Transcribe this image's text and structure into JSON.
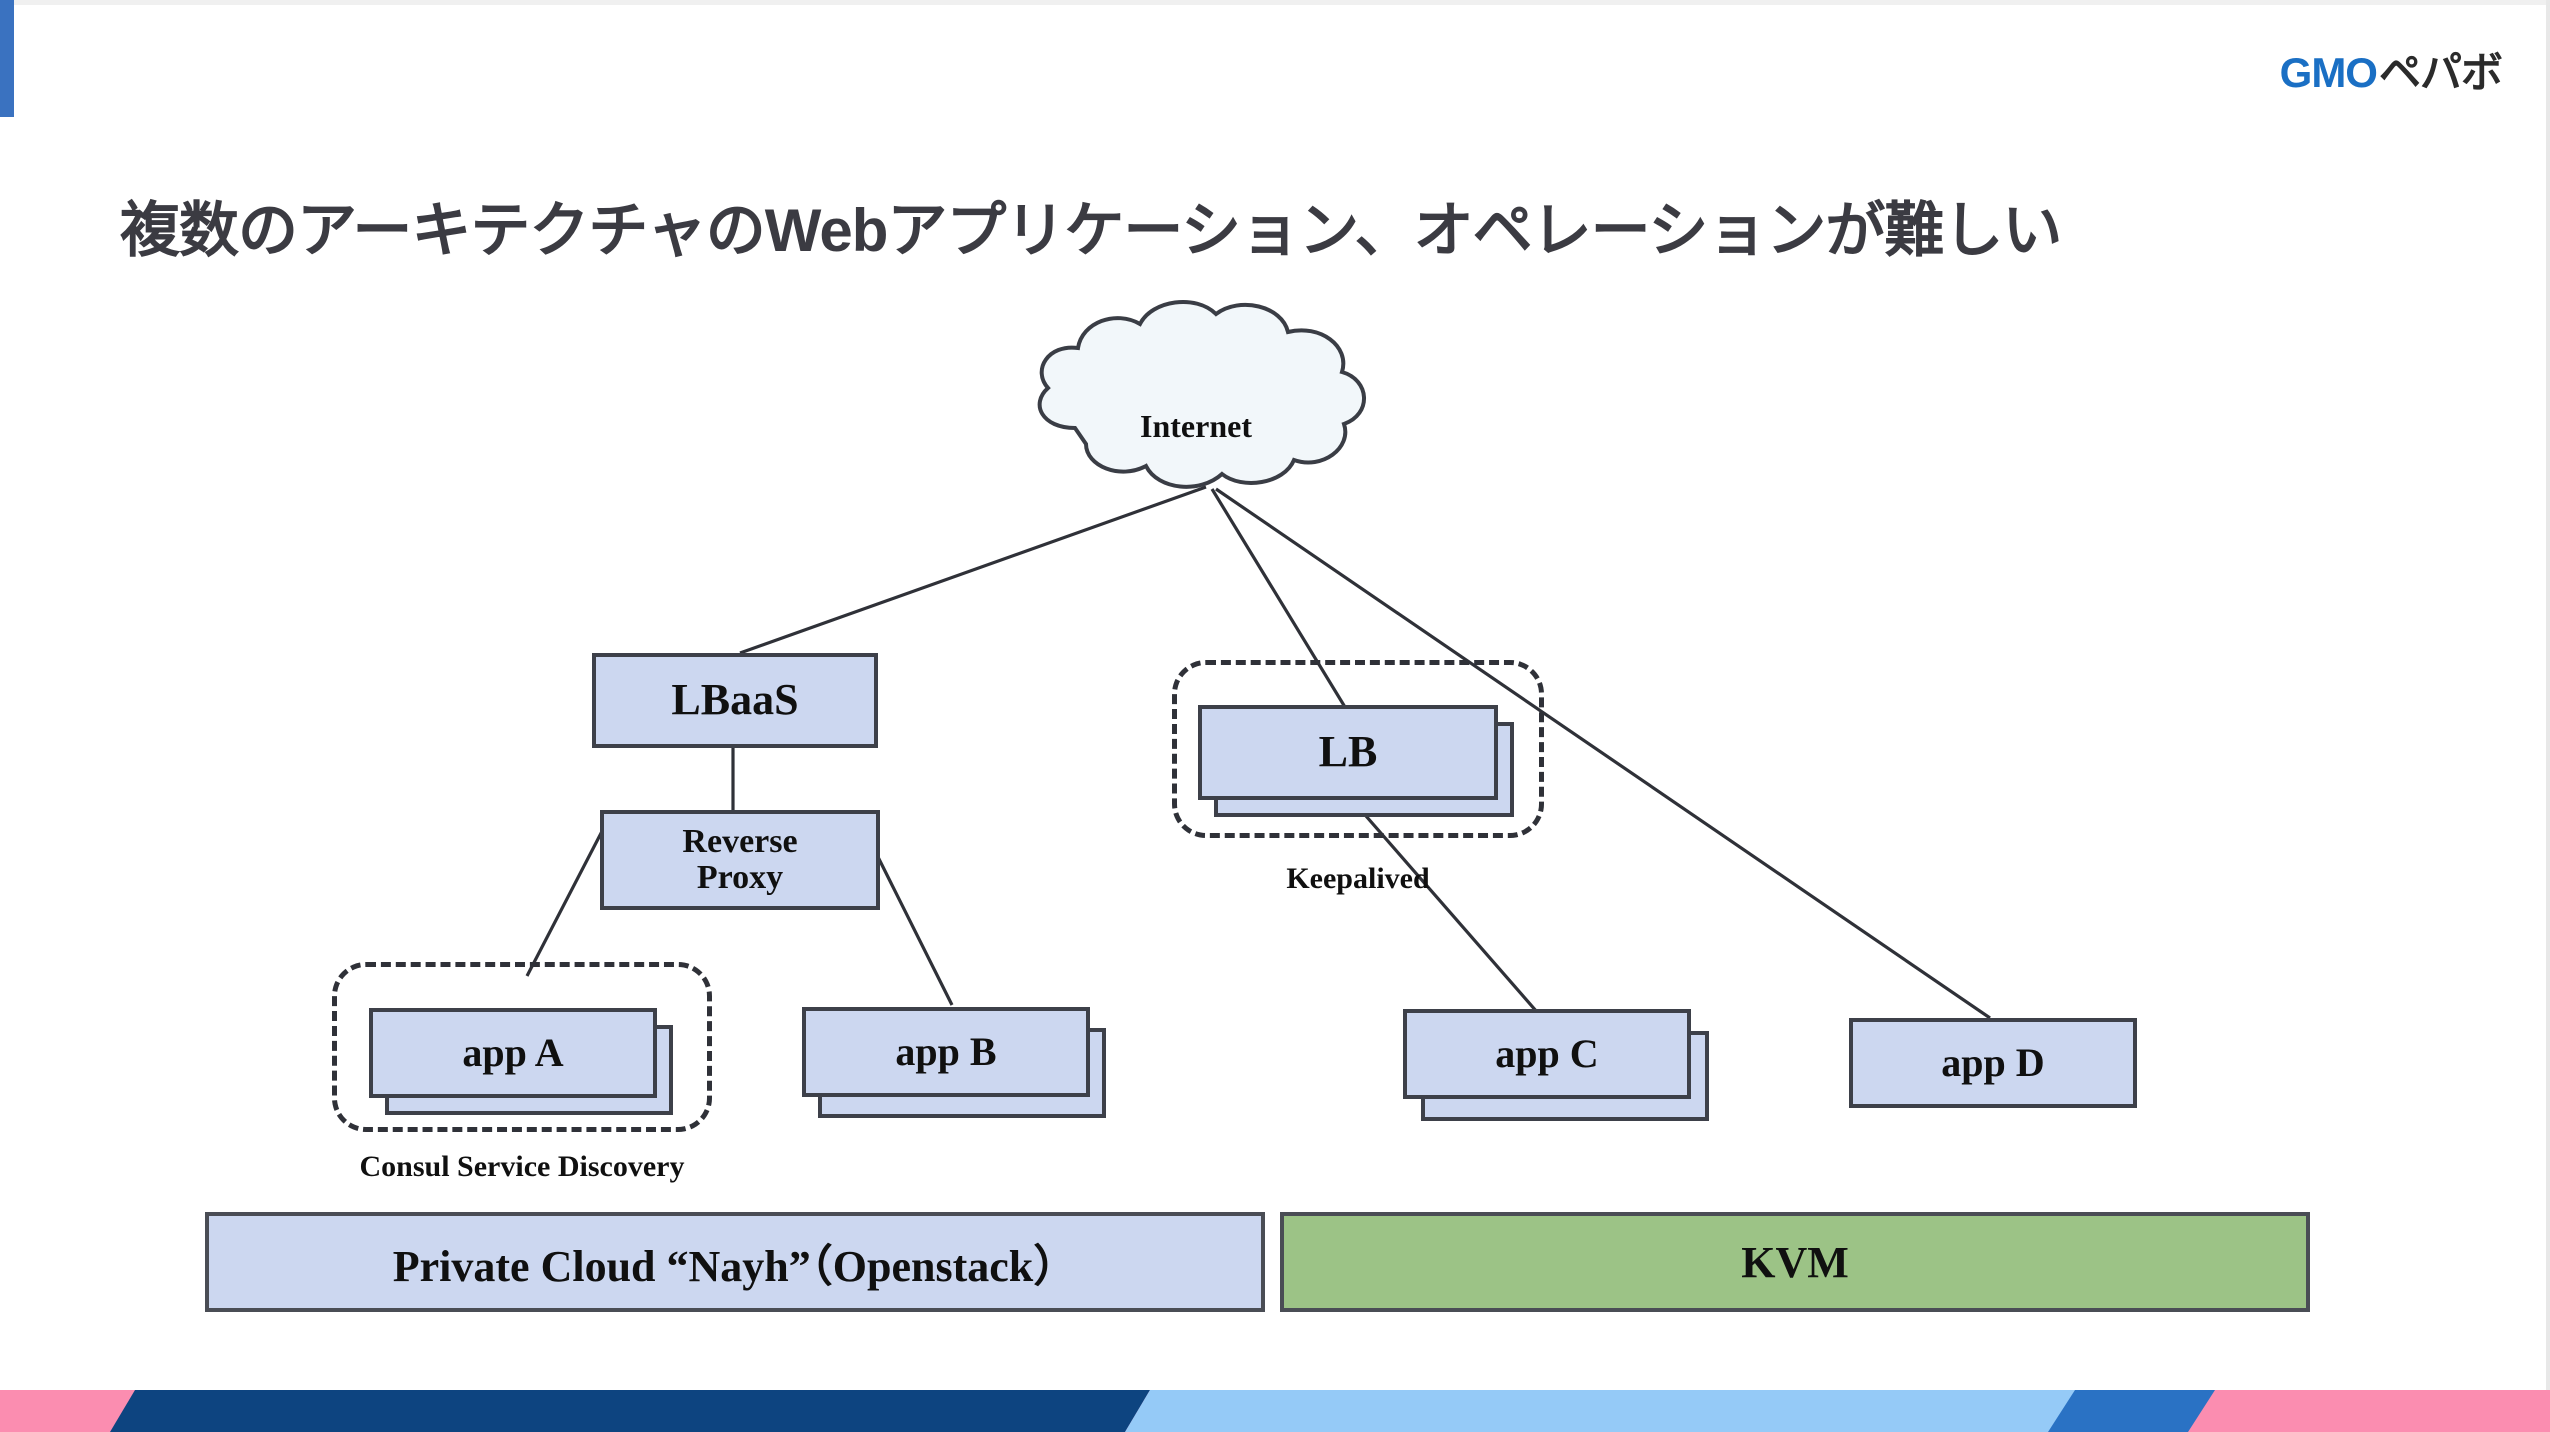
{
  "slide": {
    "title": "複数のアーキテクチャのWebアプリケーション、オペレーションが難しい",
    "background_color": "#ffffff"
  },
  "branding": {
    "logo_gmo": "GMO",
    "logo_pepabo": "ペパボ",
    "logo_gmo_color": "#1a6fc4",
    "logo_pepabo_color": "#2b2b2b",
    "left_accent_color": "#3a72c0"
  },
  "diagram": {
    "type": "architecture-diagram",
    "node_fill": "#ccd7f0",
    "node_border": "#3d4049",
    "platform_green_fill": "#9cc386",
    "cloud_fill": "#f2f7fa",
    "nodes": [
      {
        "id": "internet",
        "label": "Internet",
        "shape": "cloud"
      },
      {
        "id": "lbaas",
        "label": "LBaaS",
        "shape": "rect"
      },
      {
        "id": "reverse-proxy",
        "label": "Reverse\nProxy",
        "shape": "rect"
      },
      {
        "id": "lb",
        "label": "LB",
        "shape": "stacked-rect"
      },
      {
        "id": "app-a",
        "label": "app A",
        "shape": "stacked-rect"
      },
      {
        "id": "app-b",
        "label": "app B",
        "shape": "stacked-rect"
      },
      {
        "id": "app-c",
        "label": "app C",
        "shape": "stacked-rect"
      },
      {
        "id": "app-d",
        "label": "app D",
        "shape": "rect"
      }
    ],
    "groups": [
      {
        "id": "consul-group",
        "label": "Consul Service Discovery",
        "contains": [
          "app-a"
        ]
      },
      {
        "id": "keepalived-group",
        "label": "Keepalived",
        "contains": [
          "lb"
        ]
      }
    ],
    "edges": [
      {
        "from": "internet",
        "to": "lbaas"
      },
      {
        "from": "internet",
        "to": "lb"
      },
      {
        "from": "internet",
        "to": "app-d"
      },
      {
        "from": "lbaas",
        "to": "reverse-proxy"
      },
      {
        "from": "reverse-proxy",
        "to": "app-a"
      },
      {
        "from": "reverse-proxy",
        "to": "app-b"
      },
      {
        "from": "lb",
        "to": "app-c"
      }
    ],
    "platforms": [
      {
        "id": "private-cloud",
        "label": "Private Cloud “Nayh”（Openstack）",
        "color": "blue"
      },
      {
        "id": "kvm",
        "label": "KVM",
        "color": "green"
      }
    ]
  },
  "ribbon": {
    "colors": {
      "pink": "#fb8db0",
      "navy": "#0d4480",
      "light_blue": "#95caf7",
      "mid_blue": "#2a72c4"
    }
  }
}
